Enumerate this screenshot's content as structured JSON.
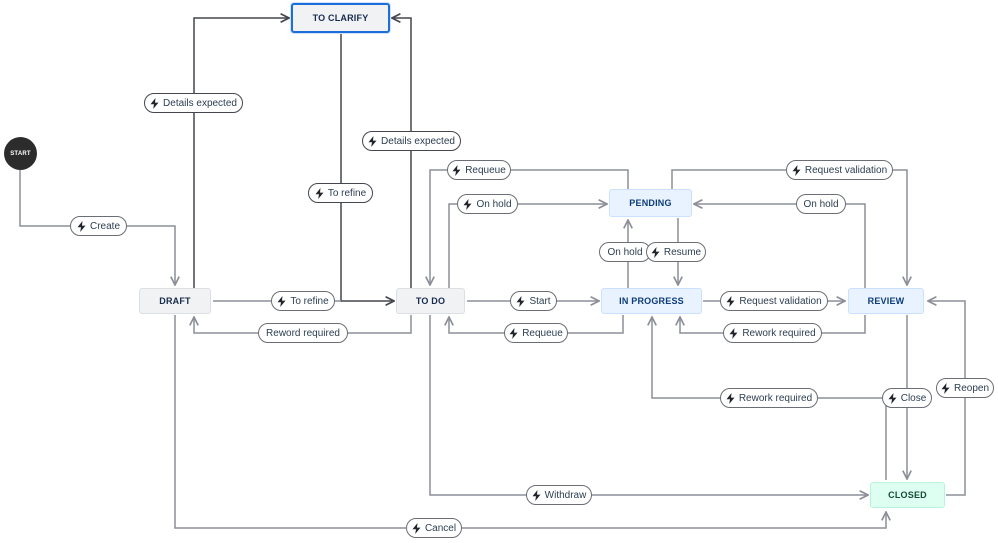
{
  "start": {
    "label": "START"
  },
  "nodes": {
    "to_clarify": "TO CLARIFY",
    "draft": "DRAFT",
    "to_do": "TO DO",
    "pending": "PENDING",
    "in_progress": "IN PROGRESS",
    "review": "REVIEW",
    "closed": "CLOSED"
  },
  "transitions": {
    "details_expected_1": "Details expected",
    "details_expected_2": "Details expected",
    "to_refine_1": "To refine",
    "to_refine_2": "To refine",
    "create": "Create",
    "reword_required": "Reword required",
    "start": "Start",
    "requeue_1": "Requeue",
    "requeue_2": "Requeue",
    "on_hold_1": "On hold",
    "on_hold_2": "On hold",
    "on_hold_3": "On hold",
    "resume": "Resume",
    "request_validation_1": "Request validation",
    "request_validation_2": "Request validation",
    "rework_required_1": "Rework required",
    "rework_required_2": "Rework required",
    "close": "Close",
    "reopen": "Reopen",
    "withdraw": "Withdraw",
    "cancel": "Cancel"
  },
  "colors": {
    "line_dark": "#44474f",
    "line_gray": "#8c8f97",
    "selected_border": "#1d6ed8"
  }
}
